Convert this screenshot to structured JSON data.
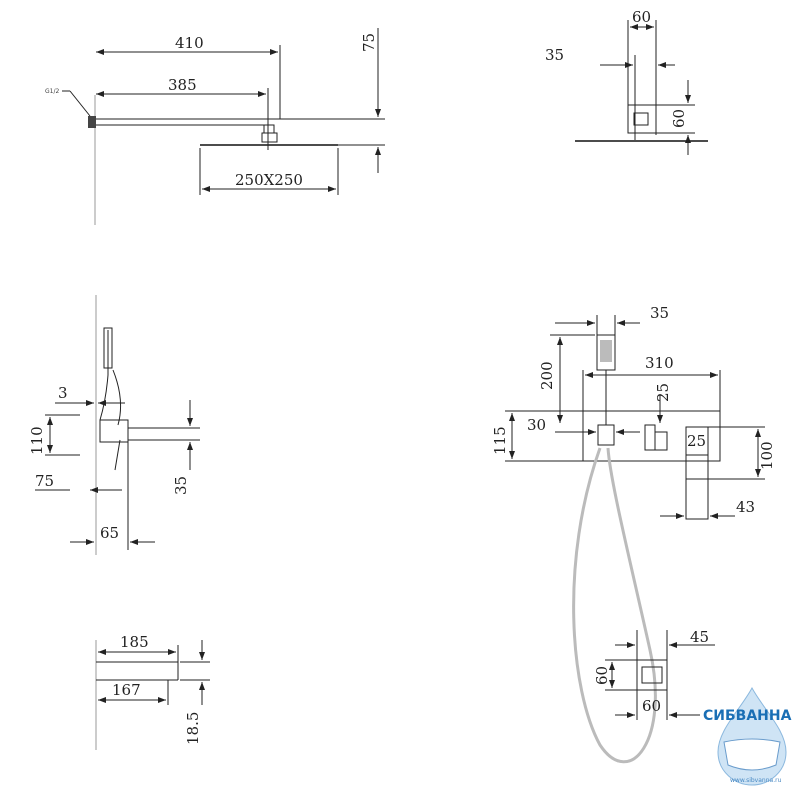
{
  "shower_head_side": {
    "arm_length": "410",
    "arm_to_center": "385",
    "height": "75",
    "thread": "G1/2",
    "head_size": "250X250"
  },
  "shower_head_top": {
    "width": "60",
    "offset": "35",
    "depth": "60"
  },
  "mixer_side": {
    "plate_gap": "3",
    "plate_height": "110",
    "plate_offset": "75",
    "depth": "35",
    "projection": "65"
  },
  "spout_side": {
    "length": "185",
    "to_outlet": "167",
    "height": "18.5"
  },
  "mixer_front": {
    "handset_width": "35",
    "handset_height": "200",
    "width": "310",
    "lever_height": "25",
    "outlet_offset": "30",
    "height": "115",
    "spout_height": "25",
    "spout_body": "100",
    "spout_depth": "43"
  },
  "holder": {
    "depth": "45",
    "height": "60",
    "width": "60"
  },
  "logo": {
    "brand": "СИБВАННА",
    "url": "www.sibvanna.ru",
    "color": "#1a6fb5"
  }
}
